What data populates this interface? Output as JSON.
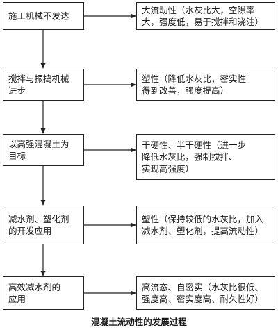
{
  "rows": [
    {
      "stage": [
        "施工机械不发达"
      ],
      "result": [
        "大流动性（水灰比大，空隙率",
        "大，强度低，易于搅拌和浇注）"
      ]
    },
    {
      "stage": [
        "搅拌与振捣机械",
        "进步"
      ],
      "result": [
        "塑性（降低水灰比，密实性",
        "得到改善，强度提高）"
      ]
    },
    {
      "stage": [
        "以高强混凝土为",
        "目标"
      ],
      "result": [
        "干硬性、半干硬性（进一步",
        "降低水灰比，强制搅拌、",
        "实现高强度）"
      ]
    },
    {
      "stage": [
        "减水剂、塑化剂",
        "的开发应用"
      ],
      "result": [
        "塑性（保持较低的水灰比，加入",
        "减水剂、塑化剂，提高流动性）"
      ]
    },
    {
      "stage": [
        "高效减水剂的",
        "应用"
      ],
      "result": [
        "高流态、自密实（水灰比很低、",
        "强度高、密实度高、耐久性好）"
      ]
    }
  ],
  "caption": "混凝土流动性的发展过程"
}
